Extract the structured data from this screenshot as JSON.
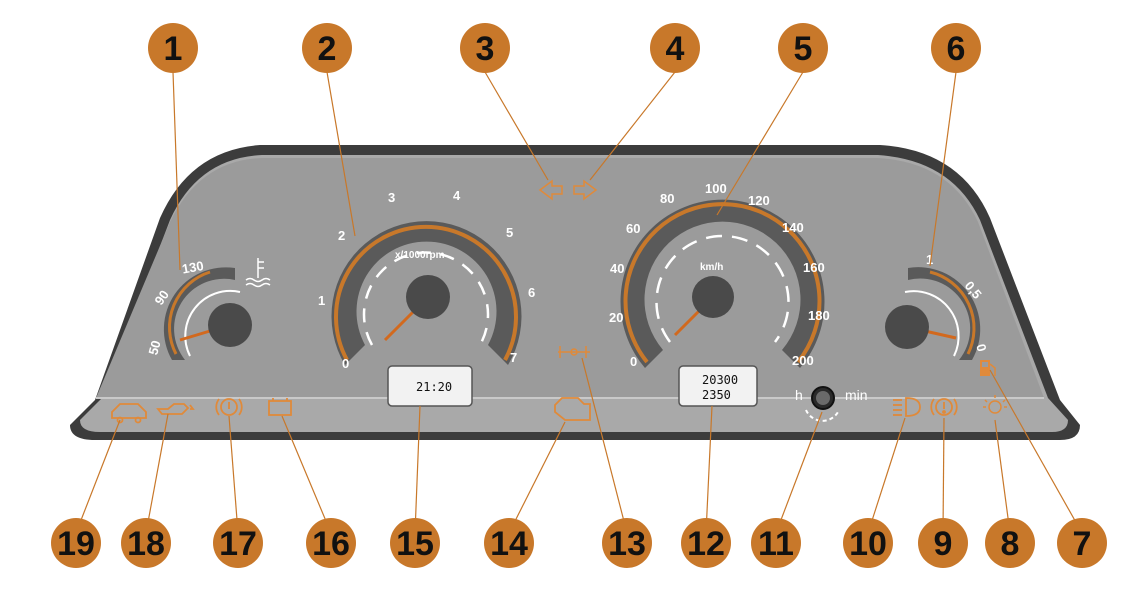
{
  "colors": {
    "accent": "#c8782a",
    "panel": "#9b9b9b",
    "panel_dark": "#5a5a5a",
    "frame": "#3c3c3c",
    "warning_light": "#e08a3a",
    "needle": "#d2691e"
  },
  "callouts": [
    "1",
    "2",
    "3",
    "4",
    "5",
    "6",
    "7",
    "8",
    "9",
    "10",
    "11",
    "12",
    "13",
    "14",
    "15",
    "16",
    "17",
    "18",
    "19"
  ],
  "gauges": {
    "temperature": {
      "ticks": [
        "50",
        "90",
        "130"
      ],
      "icon": "coolant-temperature-icon"
    },
    "tachometer": {
      "ticks": [
        "0",
        "1",
        "2",
        "3",
        "4",
        "5",
        "6",
        "7"
      ],
      "unit": "x/1000rpm"
    },
    "speedometer": {
      "ticks": [
        "0",
        "20",
        "40",
        "60",
        "80",
        "100",
        "120",
        "140",
        "160",
        "180",
        "200"
      ],
      "unit": "km/h"
    },
    "fuel": {
      "ticks": [
        "0",
        "0,5",
        "1"
      ],
      "icon": "fuel-pump-icon"
    }
  },
  "clock_display": {
    "time": "21:20"
  },
  "odometer_display": {
    "total": "20300",
    "trip": "2350"
  },
  "clock_knob": {
    "hours_label": "h",
    "minutes_label": "min"
  },
  "indicator_icons": [
    "left-turn-arrow-icon",
    "right-turn-arrow-icon",
    "glow-plug-icon",
    "check-engine-icon",
    "battery-icon",
    "brake-icon",
    "oil-pressure-icon",
    "door-open-icon",
    "headlight-icon",
    "general-warning-icon",
    "sidelight-icon"
  ]
}
